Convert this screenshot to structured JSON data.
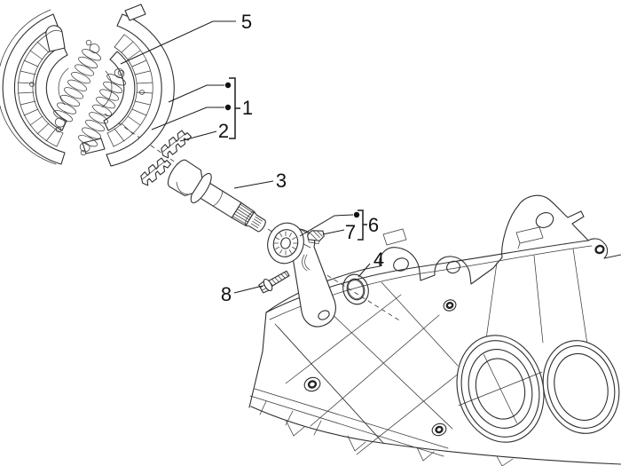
{
  "diagram": {
    "description": "Exploded parts diagram: rear drum brake shoe assembly, brake camshaft, lever, fasteners and crankcase half",
    "colors": {
      "background": "#ffffff",
      "line": "#2f2f2f",
      "label": "#111111"
    },
    "callouts": {
      "c1": {
        "label": "1"
      },
      "c2": {
        "label": "2"
      },
      "c3": {
        "label": "3"
      },
      "c4": {
        "label": "4"
      },
      "c5": {
        "label": "5"
      },
      "c6": {
        "label": "6"
      },
      "c7": {
        "label": "7"
      },
      "c8": {
        "label": "8"
      }
    }
  }
}
